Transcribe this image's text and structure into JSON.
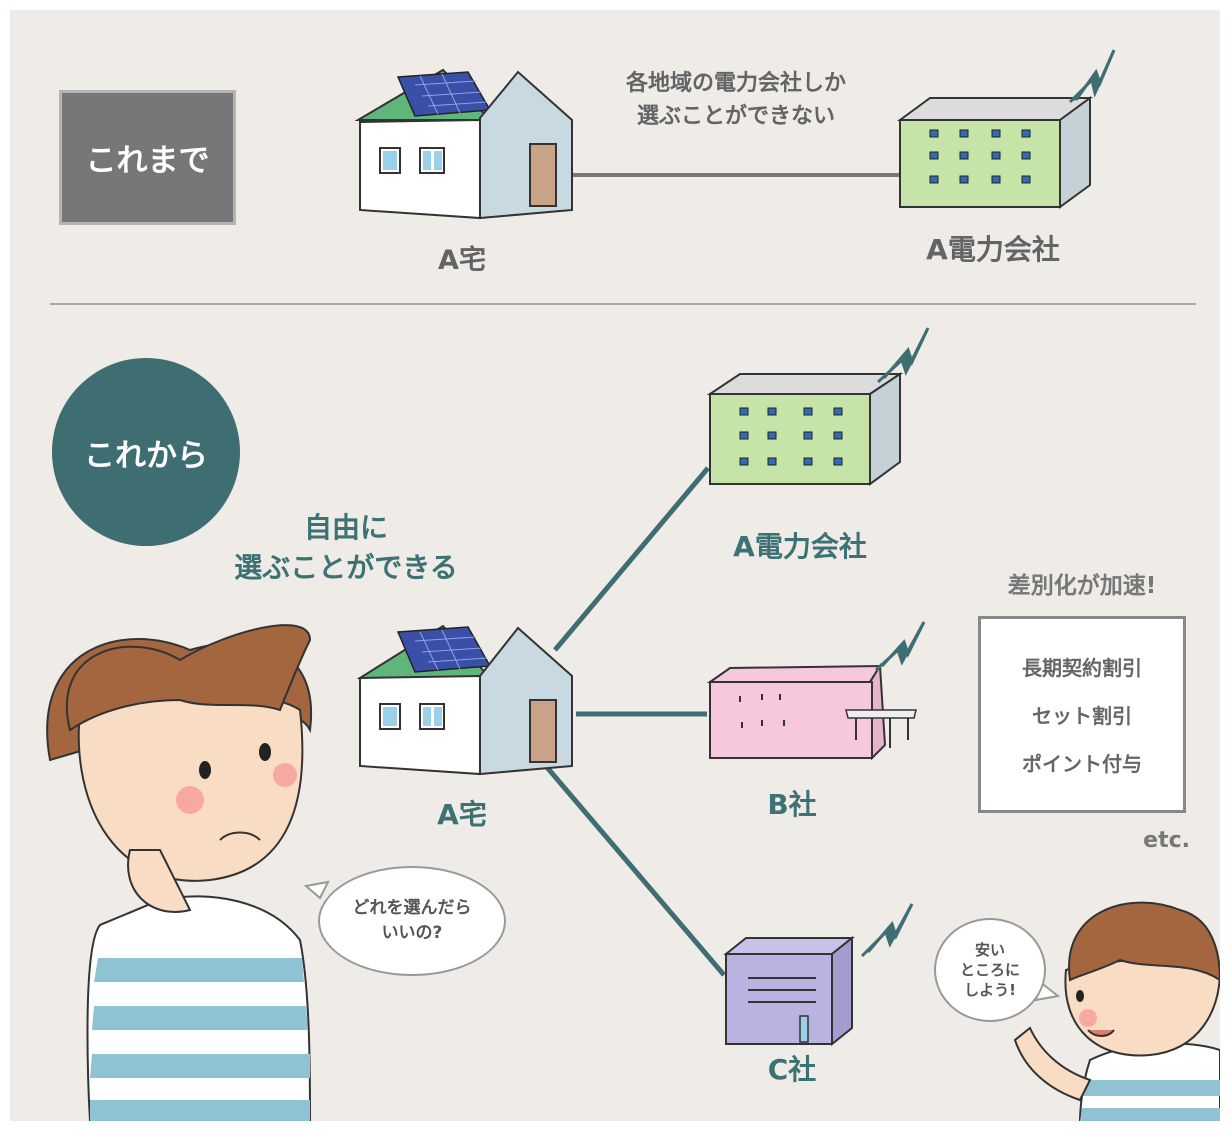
{
  "before": {
    "badge": "これまで",
    "house_label": "A宅",
    "company_label": "A電力会社",
    "caption_line1": "各地域の電力会社しか",
    "caption_line2": "選ぶことができない"
  },
  "after": {
    "badge": "これから",
    "headline_line1": "自由に",
    "headline_line2": "選ぶことができる",
    "house_label": "A宅",
    "company_a": "A電力会社",
    "company_b": "B社",
    "company_c": "C社",
    "diff_title": "差別化が加速!",
    "diff_items": [
      "長期契約割引",
      "セット割引",
      "ポイント付与"
    ],
    "etc": "etc.",
    "bubble_woman_line1": "どれを選んだら",
    "bubble_woman_line2": "いいの?",
    "bubble_boy_line1": "安い",
    "bubble_boy_line2": "ところに",
    "bubble_boy_line3": "しよう!"
  },
  "colors": {
    "background": "#efebe7",
    "teal": "#3e6d72",
    "gray_box": "#77777a",
    "roof_green": "#5fb57a",
    "building_green": "#c7e4a8",
    "building_pink": "#f6c8de",
    "building_purple": "#b8b3e0"
  }
}
